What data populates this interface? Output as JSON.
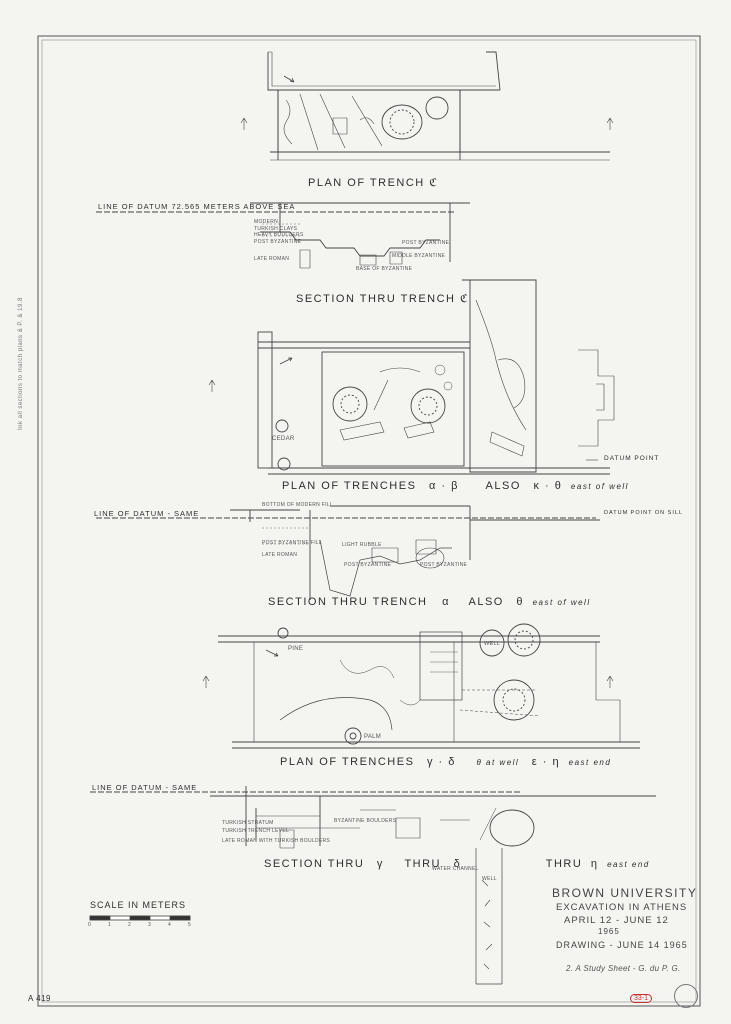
{
  "trench_c": {
    "plan_title": "PLAN OF TRENCH ℭ",
    "datum_line": "LINE OF DATUM 72.565 METERS ABOVE SEA",
    "section_title": "SECTION THRU TRENCH ℭ",
    "layers": [
      "MODERN",
      "TURKISH CLAYS",
      "HEAVY BOULDERS",
      "POST BYZANTINE",
      "LATE ROMAN"
    ],
    "right_notes": [
      "POST BYZANTINE",
      "MIDDLE BYZANTINE"
    ],
    "center_notes": [
      "BASE OF BYZANTINE"
    ]
  },
  "trench_ab": {
    "plan_title": "PLAN OF TRENCHES",
    "plan_symbols": "α · β",
    "plan_also": "ALSO",
    "plan_extra_symbols": "κ · θ",
    "plan_extra_note": "east of well",
    "datum_line": "LINE OF DATUM - SAME",
    "datum_point": "DATUM POINT",
    "datum_point_sill": "DATUM POINT ON SILL",
    "cedar_label": "CEDAR",
    "section_title": "SECTION THRU TRENCH",
    "section_symbol": "α",
    "section_also": "ALSO",
    "section_extra_symbol": "θ",
    "section_extra_note": "east of well",
    "layers": [
      "BOTTOM OF MODERN FILL",
      "POST BYZANTINE FILL",
      "LIGHT RUBBLE",
      "POST BYZANTINE",
      "POST BYZANTINE",
      "LATE ROMAN"
    ]
  },
  "trench_gd": {
    "plan_title": "PLAN OF TRENCHES",
    "plan_symbols": "γ · δ",
    "plan_middle": "θ at well",
    "plan_symbols2": "ε · η",
    "plan_end": "east end",
    "pine_label": "PINE",
    "palm_label": "PALM",
    "well_label": "WELL",
    "datum_line": "LINE OF DATUM - SAME",
    "section_title": "SECTION THRU",
    "section_g": "γ",
    "section_thru": "THRU",
    "section_d": "δ",
    "section_thru2": "THRU",
    "section_n": "η",
    "section_end": "east end",
    "layers": [
      "TURKISH STRATUM",
      "TURKISH TRENCH LEVEL",
      "LATE ROMAN WITH TURKISH BOULDERS",
      "BYZANTINE BOULDERS",
      "WATER CHANNEL",
      "WELL"
    ]
  },
  "scale": {
    "label": "SCALE IN METERS",
    "ticks": [
      "0",
      "1",
      "2",
      "3",
      "4",
      "5"
    ]
  },
  "title_block": {
    "school": "BROWN UNIVERSITY",
    "project": "EXCAVATION IN ATHENS",
    "dates": "APRIL 12 - JUNE 12",
    "year": "1965",
    "drawing": "DRAWING - JUNE 14 1965",
    "sheet": "2. A Study Sheet - G. du P. G."
  },
  "sheet_id": "A 419",
  "stamp": "33-1",
  "margin_note": "Ink all sections to match plans & P. & 19.8"
}
